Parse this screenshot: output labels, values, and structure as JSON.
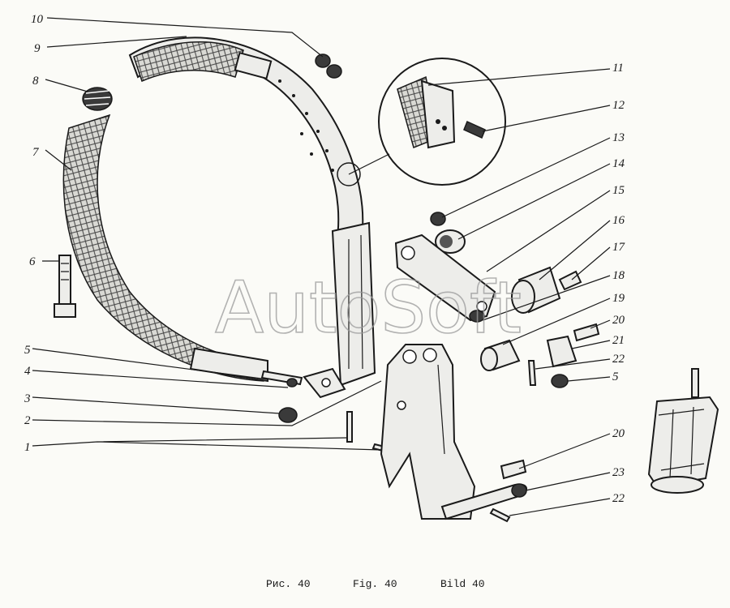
{
  "labels": {
    "l1": "1",
    "l2": "2",
    "l3": "3",
    "l4": "4",
    "l5a": "5",
    "l5b": "5",
    "l6": "6",
    "l7": "7",
    "l8": "8",
    "l9": "9",
    "l10": "10",
    "l11": "11",
    "l12": "12",
    "l13": "13",
    "l14": "14",
    "l15": "15",
    "l16": "16",
    "l17": "17",
    "l18": "18",
    "l19": "19",
    "l20a": "20",
    "l20b": "20",
    "l21": "21",
    "l22a": "22",
    "l22b": "22",
    "l23": "23"
  },
  "caption": {
    "ru": "Рис. 40",
    "en": "Fig. 40",
    "de": "Bild 40"
  },
  "watermark": "AutoSoft"
}
